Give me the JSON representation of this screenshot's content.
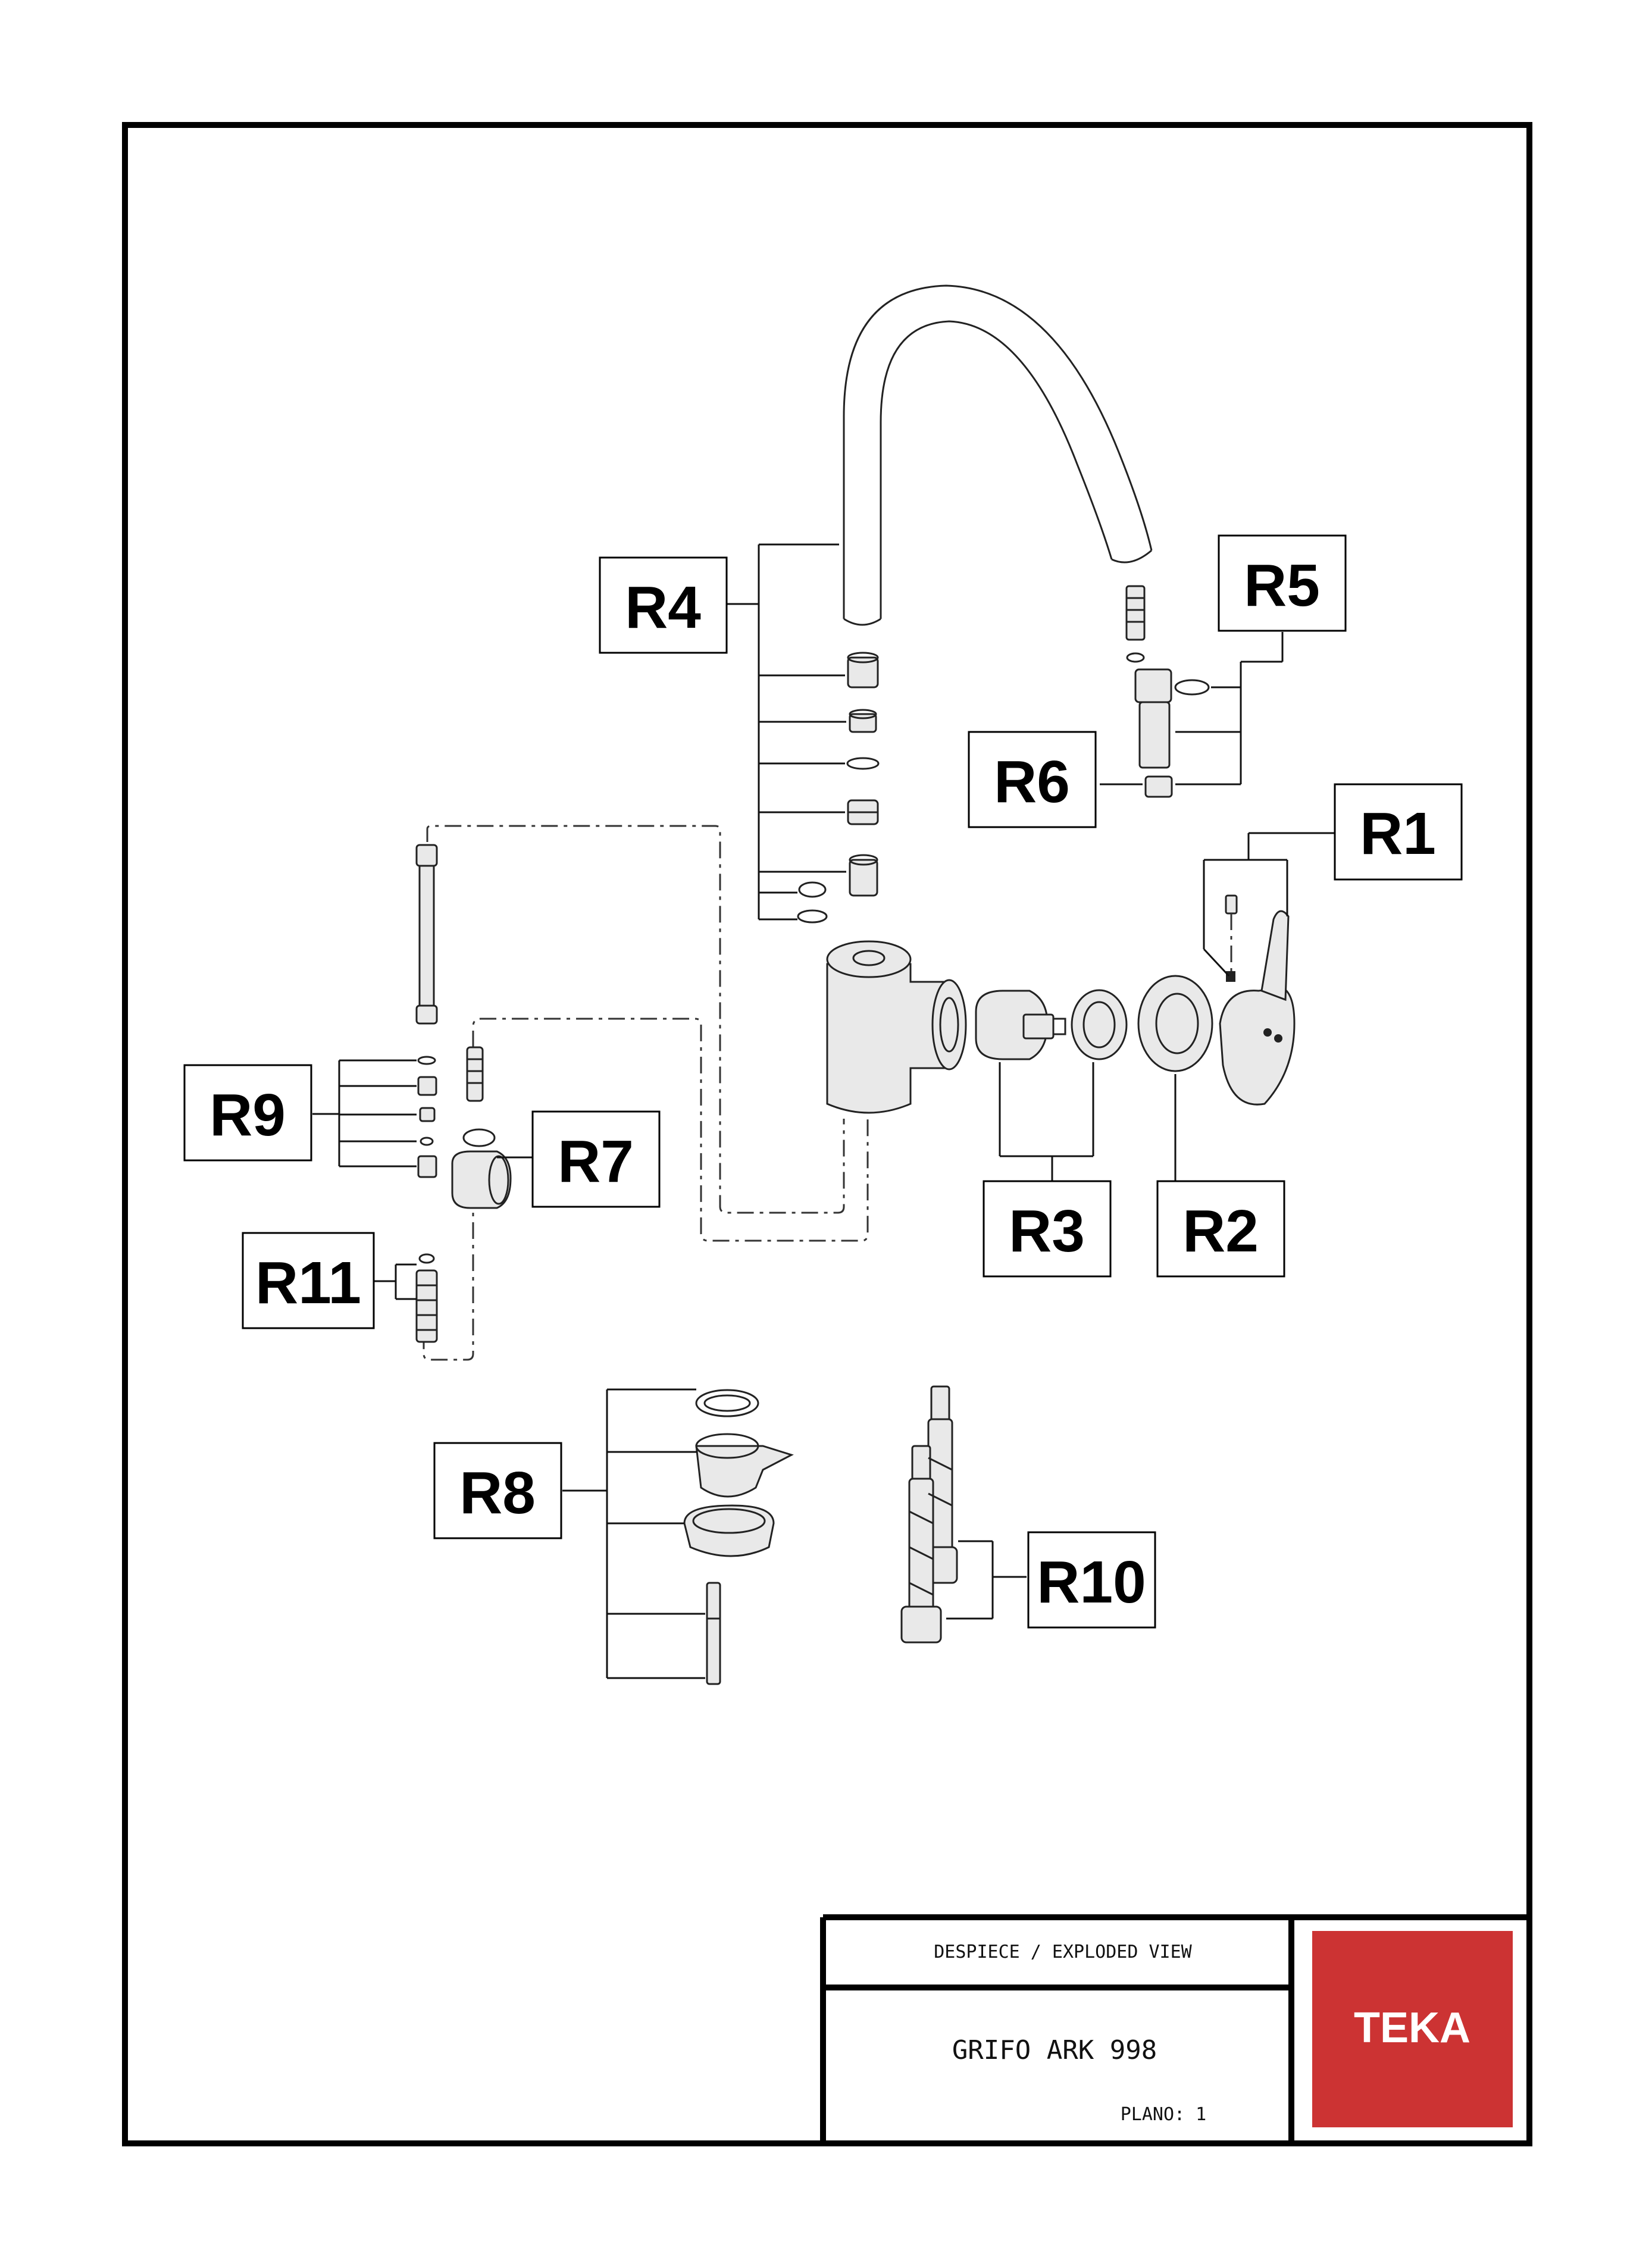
{
  "title_block": {
    "header": "DESPIECE / EXPLODED VIEW",
    "product": "GRIFO ARK 998",
    "plan": "PLANO: 1",
    "brand": "TEKA",
    "brand_color": "#cc3333"
  },
  "callouts": {
    "r1": "R1",
    "r2": "R2",
    "r3": "R3",
    "r4": "R4",
    "r5": "R5",
    "r6": "R6",
    "r7": "R7",
    "r8": "R8",
    "r9": "R9",
    "r10": "R10",
    "r11": "R11"
  }
}
